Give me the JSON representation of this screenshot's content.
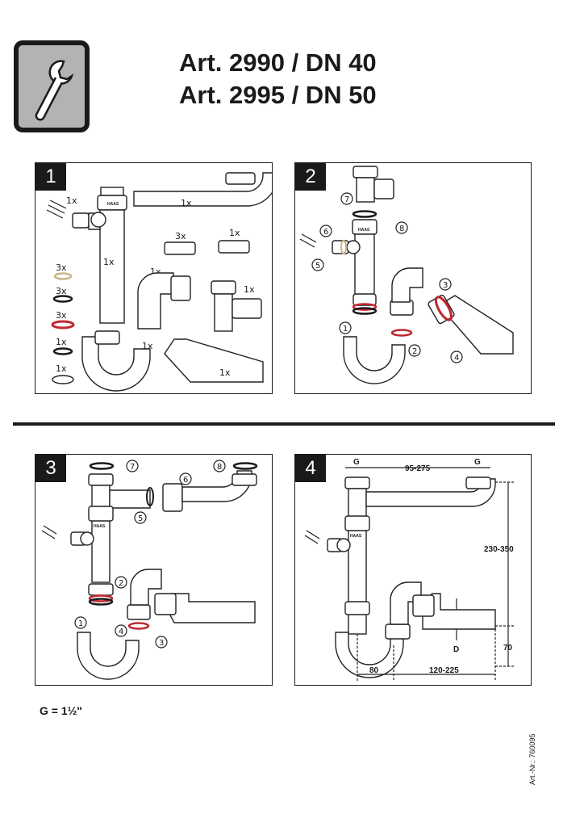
{
  "title": {
    "line1": "Art. 2990 / DN 40",
    "line2": "Art. 2995 / DN 50"
  },
  "tool_icon": "wrench-icon",
  "colors": {
    "ink": "#1a1a1a",
    "icon_bg": "#b3b3b3",
    "red": "#c0272d",
    "tan": "#c8b48a"
  },
  "panels": [
    {
      "number": "1",
      "labels": [
        "1x",
        "1x",
        "1x",
        "3x",
        "1x",
        "1x",
        "1x",
        "1x",
        "1x",
        "3x",
        "3x",
        "3x",
        "1x"
      ],
      "brand": "HAAS"
    },
    {
      "number": "2",
      "steps": [
        "1",
        "2",
        "3",
        "4",
        "5",
        "6",
        "7",
        "8"
      ],
      "brand": "HAAS"
    },
    {
      "number": "3",
      "steps": [
        "1",
        "2",
        "3",
        "4",
        "5",
        "6",
        "7",
        "8"
      ],
      "brand": "HAAS"
    },
    {
      "number": "4",
      "dims": {
        "g": "G",
        "width": "95-275",
        "height": "230-350",
        "h70": "70",
        "d": "D",
        "w80": "80",
        "w120": "120-225"
      },
      "brand": "HAAS"
    }
  ],
  "note": "G = 1½\"",
  "article_no": "Art.-Nr.: 760095"
}
